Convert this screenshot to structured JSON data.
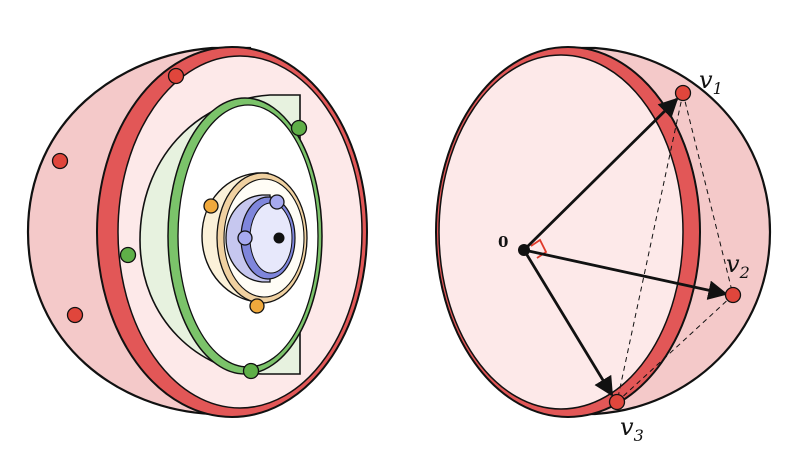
{
  "colors": {
    "outer_shell": "#f4c9c9",
    "rim": "#e25757",
    "face": "#fde9e9",
    "green_shell": "#e7f2df",
    "green_ring": "#7bc36a",
    "yellow_shell": "#fbf1d9",
    "yellow_ring": "#f0d1a1",
    "blue_shell": "#c6c7ef",
    "blue_ring": "#7f86dc",
    "red_dot": "#e0463c",
    "green_dot": "#5faf48",
    "orange_dot": "#f0a93c",
    "blue_dot": "#a7aaef",
    "right_angle": "#e03a2a"
  },
  "left_figure": {
    "name": "nested-hemispherical-shells"
  },
  "right_figure": {
    "origin_label": "0",
    "vectors": [
      {
        "base": "v",
        "sub": "1"
      },
      {
        "base": "v",
        "sub": "2"
      },
      {
        "base": "v",
        "sub": "3"
      }
    ]
  }
}
